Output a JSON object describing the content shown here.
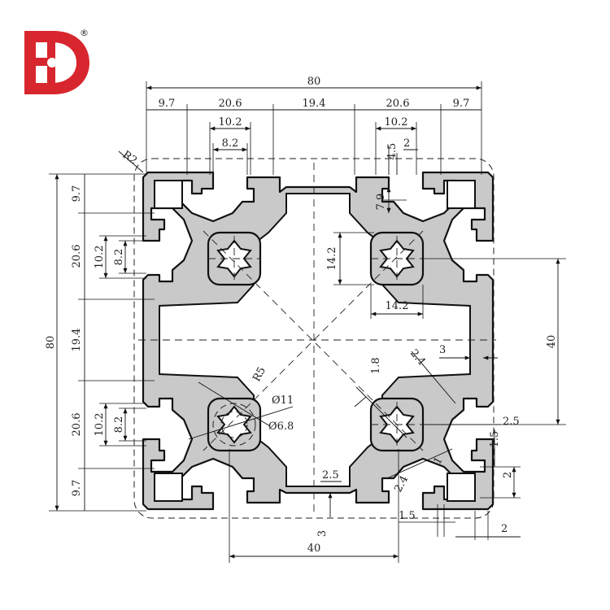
{
  "brand": {
    "logo_letters": "HD",
    "registered_mark": "®",
    "accent_color": "#d8262e"
  },
  "dimensions": {
    "overall_width": "80",
    "top_segments": [
      "9.7",
      "20.6",
      "19.4",
      "20.6",
      "9.7"
    ],
    "slot_opening_outer": "10.2",
    "slot_opening_inner": "8.2",
    "slot_right_outer": "10.2",
    "slot_lip_depth": "4.5",
    "slot_lip_width": "2",
    "slot_depth": "7.9",
    "left_overall_height": "80",
    "left_segments": [
      "9.7",
      "20.6",
      "19.4",
      "20.6",
      "9.7"
    ],
    "left_slot_outer_upper": "10.2",
    "left_slot_inner_upper": "8.2",
    "left_slot_outer_lower": "10.2",
    "left_slot_inner_lower": "8.2",
    "core_height": "14.2",
    "core_width": "14.2",
    "center_spacing_vertical": "40",
    "center_spacing_horizontal": "40",
    "wall_thickness_side": "3",
    "diagonal_rib_1": "1.8",
    "diagonal_rib_2": "2.4",
    "diagonal_rib_3": "2.4",
    "rib_small": "1",
    "corner_radius": "R2",
    "core_radius": "R5",
    "bore_outer": "Ø11",
    "bore_inner": "Ø6.8",
    "right_offset_1": "2.5",
    "right_offset_2": "1.5",
    "right_offset_3": "2",
    "bottom_offset_1": "2.5",
    "bottom_offset_2": "1.5",
    "bottom_offset_3": "2",
    "bottom_wall": "3",
    "bottom_spacing": "40"
  }
}
